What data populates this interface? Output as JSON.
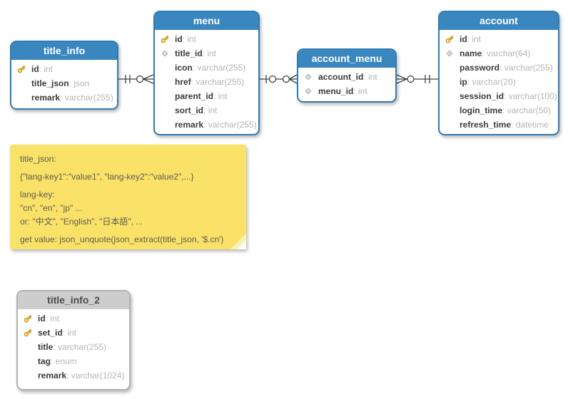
{
  "separator": ": ",
  "colors": {
    "table_header_blue": "#3a87c0",
    "table_border_blue": "#2f7cb5",
    "table_header_gray": "#cdcdcd",
    "table_border_gray": "#b1b1b1",
    "note_background": "#f9e267",
    "field_name_text": "#3a3a3a",
    "field_type_text": "#b5b5b5",
    "key_icon_gold": "#f3c23a",
    "connector_line": "#404040"
  },
  "tables": [
    {
      "name": "title_info",
      "style": "blue",
      "fields": [
        {
          "icon": "key",
          "name": "id",
          "type": "int"
        },
        {
          "icon": "none",
          "name": "title_json",
          "type": "json"
        },
        {
          "icon": "none",
          "name": "remark",
          "type": "varchar(255)"
        }
      ]
    },
    {
      "name": "menu",
      "style": "blue",
      "fields": [
        {
          "icon": "key",
          "name": "id",
          "type": "int"
        },
        {
          "icon": "diamond",
          "name": "title_id",
          "type": "int"
        },
        {
          "icon": "none",
          "name": "icon",
          "type": "varchar(255)"
        },
        {
          "icon": "none",
          "name": "href",
          "type": "varchar(255)"
        },
        {
          "icon": "none",
          "name": "parent_id",
          "type": "int"
        },
        {
          "icon": "none",
          "name": "sort_id",
          "type": "int"
        },
        {
          "icon": "none",
          "name": "remark",
          "type": "varchar(255)"
        }
      ]
    },
    {
      "name": "account_menu",
      "style": "blue",
      "fields": [
        {
          "icon": "diamond",
          "name": "account_id",
          "type": "int"
        },
        {
          "icon": "diamond",
          "name": "menu_id",
          "type": "int"
        }
      ]
    },
    {
      "name": "account",
      "style": "blue",
      "fields": [
        {
          "icon": "key",
          "name": "id",
          "type": "int"
        },
        {
          "icon": "diamond",
          "name": "name",
          "type": "varchar(64)"
        },
        {
          "icon": "none",
          "name": "password",
          "type": "varchar(255)"
        },
        {
          "icon": "none",
          "name": "ip",
          "type": "varchar(20)"
        },
        {
          "icon": "none",
          "name": "session_id",
          "type": "varchar(100)"
        },
        {
          "icon": "none",
          "name": "login_time",
          "type": "varchar(50)"
        },
        {
          "icon": "none",
          "name": "refresh_time",
          "type": "datetime"
        }
      ]
    },
    {
      "name": "title_info_2",
      "style": "gray",
      "fields": [
        {
          "icon": "key",
          "name": "id",
          "type": "int"
        },
        {
          "icon": "key",
          "name": "set_id",
          "type": "int"
        },
        {
          "icon": "none",
          "name": "title",
          "type": "varchar(255)"
        },
        {
          "icon": "none",
          "name": "tag",
          "type": "enum"
        },
        {
          "icon": "none",
          "name": "remark",
          "type": "varchar(1024)"
        }
      ]
    }
  ],
  "connectors": [
    {
      "from": "title_info",
      "to": "menu",
      "from_cardinality": "exactly-one (||)",
      "to_cardinality": "zero-or-many (o<)"
    },
    {
      "from": "menu",
      "to": "account_menu",
      "from_cardinality": "zero-or-one (|o)",
      "to_cardinality": "zero-or-many (o<)"
    },
    {
      "from": "account_menu",
      "to": "account",
      "from_cardinality": "zero-or-many (>o)",
      "to_cardinality": "exactly-one (||)"
    }
  ],
  "note": {
    "lines": [
      "title_json:",
      "{\"lang-key1\":\"value1\", \"lang-key2\":\"value2\",...}",
      "lang-key:",
      "\"cn\", \"en\", \"jp\" ...",
      "or: \"中文\", \"English\", \"日本語\", ...",
      "get value: json_unquote(json_extract(title_json, '$.cn')"
    ]
  }
}
